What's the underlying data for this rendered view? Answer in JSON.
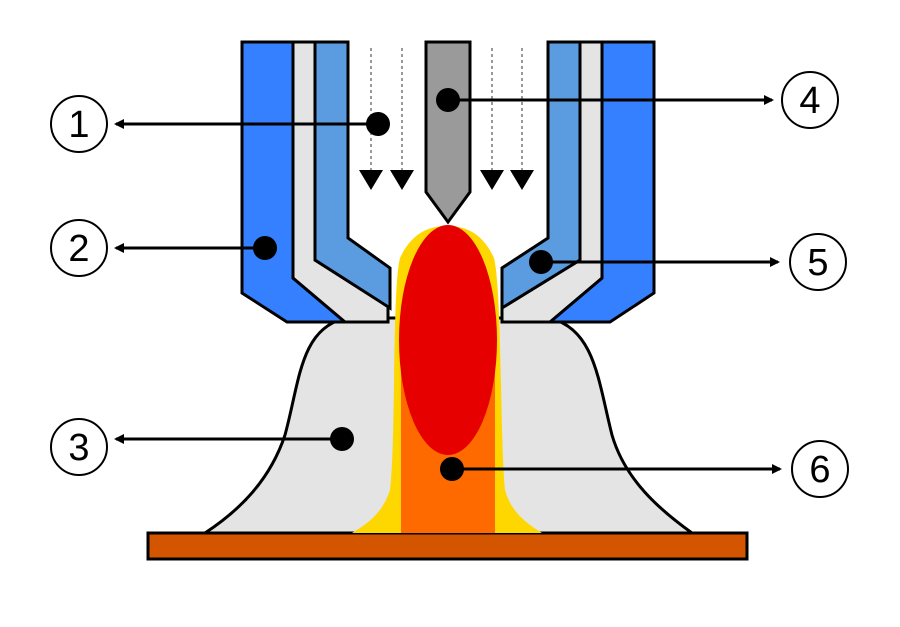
{
  "labels": {
    "l1": "1",
    "l2": "2",
    "l3": "3",
    "l4": "4",
    "l5": "5",
    "l6": "6"
  },
  "colors": {
    "outer_nozzle": "#3580FF",
    "inner_nozzle": "#5B9BE0",
    "shield_gas": "#E4E4E4",
    "electrode": "#9A9A9A",
    "plasma_core": "#E60000",
    "plasma_glow": "#FFD700",
    "plasma_column": "#FF6A00",
    "workpiece": "#D45500",
    "outline": "#000000"
  }
}
